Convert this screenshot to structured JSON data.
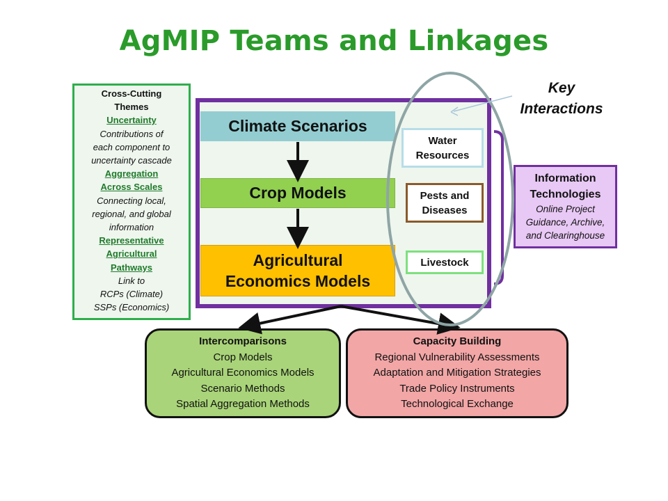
{
  "title": "AgMIP Teams and Linkages",
  "cross_cutting": {
    "title_line1": "Cross-Cutting",
    "title_line2": "Themes",
    "uncertainty_heading": "Uncertainty",
    "uncertainty_desc": [
      "Contributions of",
      "each component to",
      "uncertainty cascade"
    ],
    "aggregation_heading": [
      "Aggregation",
      "Across Scales"
    ],
    "aggregation_desc": [
      "Connecting local,",
      "regional, and global",
      "information"
    ],
    "pathways_heading": [
      "Representative",
      "Agricultural",
      "Pathways"
    ],
    "pathways_desc": [
      "Link to",
      "RCPs (Climate)",
      "SSPs (Economics)"
    ]
  },
  "models": {
    "climate": "Climate Scenarios",
    "crop": "Crop Models",
    "econ_line1": "Agricultural",
    "econ_line2": "Economics Models"
  },
  "interactions": {
    "water_line1": "Water",
    "water_line2": "Resources",
    "pests_line1": "Pests and",
    "pests_line2": "Diseases",
    "livestock": "Livestock"
  },
  "key_interactions": {
    "line1": "Key",
    "line2": "Interactions"
  },
  "info_tech": {
    "title_line1": "Information",
    "title_line2": "Technologies",
    "desc": [
      "Online Project",
      "Guidance, Archive,",
      "and Clearinghouse"
    ]
  },
  "intercomparisons": {
    "title": "Intercomparisons",
    "items": [
      "Crop Models",
      "Agricultural Economics Models",
      "Scenario Methods",
      "Spatial Aggregation Methods"
    ]
  },
  "capacity_building": {
    "title": "Capacity Building",
    "items": [
      "Regional Vulnerability Assessments",
      "Adaptation and Mitigation Strategies",
      "Trade Policy Instruments",
      "Technological Exchange"
    ]
  },
  "colors": {
    "title_green": "#2a9b2a",
    "theme_border": "#2fae4c",
    "frame_purple": "#7030a0",
    "climate_teal": "#93cdd1",
    "crop_green": "#92d050",
    "econ_orange": "#ffc000",
    "infotech_lavender": "#e8c8f5",
    "intercomp_green": "#a9d479",
    "capacity_pink": "#f2a6a6",
    "ellipse_grey": "#8fa5a5"
  }
}
